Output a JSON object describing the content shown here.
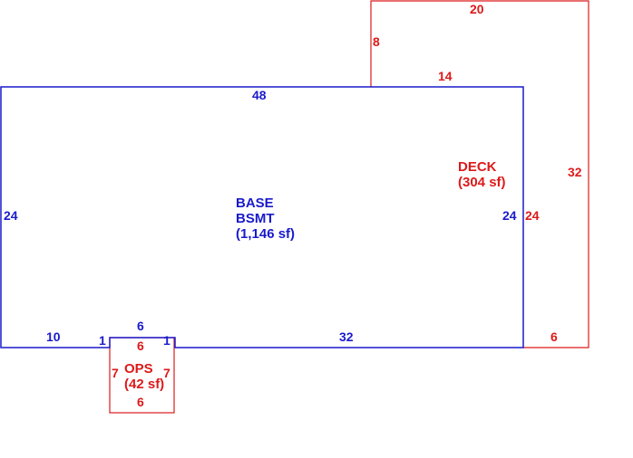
{
  "colors": {
    "basement": "#1a1acc",
    "deck": "#dd1a1a",
    "ops": "#dd1a1a"
  },
  "basement": {
    "name_line1": "BASE",
    "name_line2": "BSMT",
    "area": "(1,146 sf)",
    "dims": {
      "top": "48",
      "left": "24",
      "right": "24",
      "bottom_left": "10",
      "bottom_right": "32",
      "notch_top": "6",
      "notch_left": "1",
      "notch_right": "1"
    }
  },
  "deck": {
    "name": "DECK",
    "area": "(304 sf)",
    "dims": {
      "top": "20",
      "upper_left": "8",
      "step": "14",
      "right": "32",
      "inner_left": "24",
      "bottom": "6"
    }
  },
  "ops": {
    "name": "OPS",
    "area": "(42 sf)",
    "dims": {
      "top": "6",
      "left": "7",
      "right": "7",
      "bottom": "6"
    }
  }
}
